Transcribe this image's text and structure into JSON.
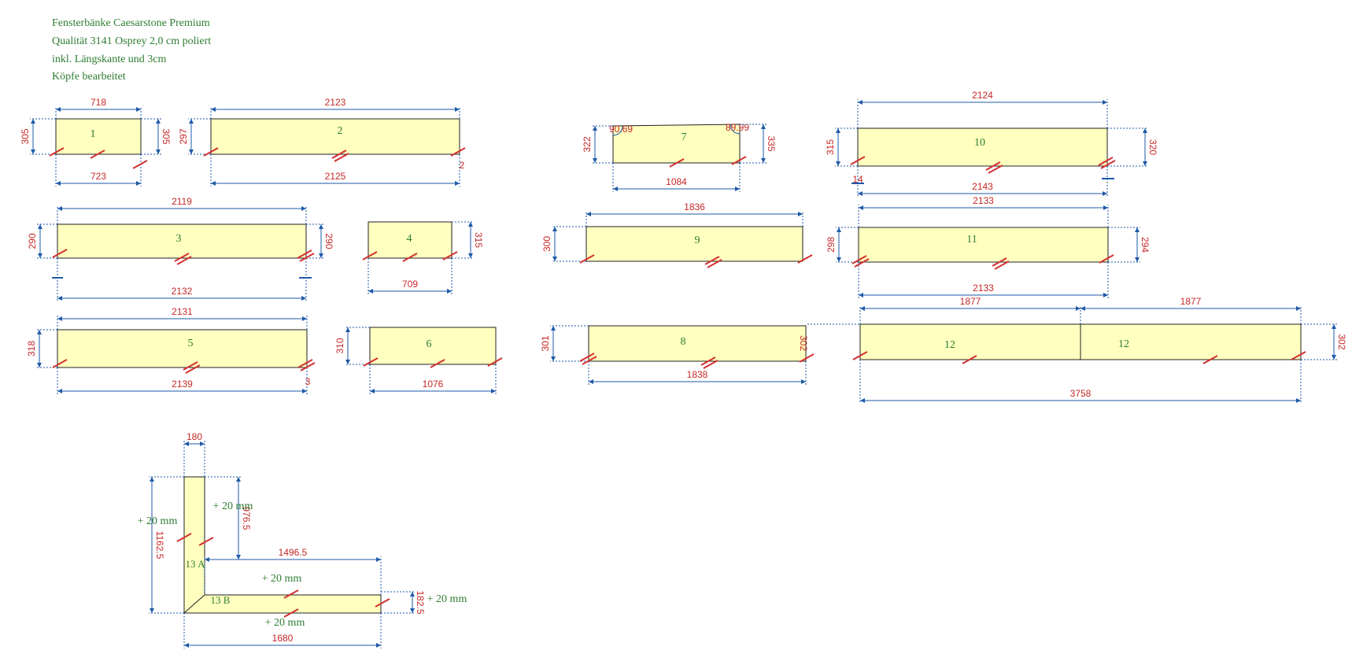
{
  "notes": [
    "Fensterbänke Caesarstone Premium",
    "Qualität 3141 Osprey 2,0 cm poliert",
    "inkl. Längskante und 3cm",
    "Köpfe bearbeitet"
  ],
  "colors": {
    "slab_fill": "#ffffc0",
    "slab_stroke": "#222222",
    "dim_line": "#1e5aa8",
    "dim_text": "#c62828",
    "label_text": "#2e7d32",
    "edge_mark": "#d32f2f",
    "note_text": "#2e7d32"
  },
  "slabs": [
    {
      "id": "1",
      "top": "718",
      "bottom": "723",
      "left": "305",
      "right": "305"
    },
    {
      "id": "2",
      "top": "2123",
      "bottom": "2125",
      "left": "297",
      "right": "2"
    },
    {
      "id": "3",
      "top": "2119",
      "bottom": "2132",
      "left": "290",
      "right": "290"
    },
    {
      "id": "4",
      "bottom": "709",
      "right": "315"
    },
    {
      "id": "5",
      "top": "2131",
      "bottom": "2139",
      "left": "318",
      "right": "3"
    },
    {
      "id": "6",
      "bottom": "1076",
      "left": "310"
    },
    {
      "id": "7",
      "bottom": "1084",
      "left": "322",
      "right": "335",
      "angle_left": "90.69",
      "angle_right": "89.99"
    },
    {
      "id": "8",
      "bottom": "1838",
      "left": "301",
      "right": "302"
    },
    {
      "id": "9",
      "top": "1836",
      "left": "300"
    },
    {
      "id": "10",
      "top": "2124",
      "bottom": "2143",
      "left": "315",
      "right": "320",
      "small": "14"
    },
    {
      "id": "11",
      "top": "2133",
      "bottom": "2133",
      "left": "298",
      "right": "294"
    },
    {
      "id": "12",
      "top_a": "1877",
      "top_b": "1877",
      "total": "3758",
      "right": "302"
    }
  ],
  "corner": {
    "id_a": "13 A",
    "id_b": "13 B",
    "top_width": "180",
    "outer_height": "1162.5",
    "inner_height": "976.5",
    "inner_length": "1496.5",
    "total_length": "1680",
    "end_height": "182.5",
    "allowance": "+ 20 mm"
  }
}
